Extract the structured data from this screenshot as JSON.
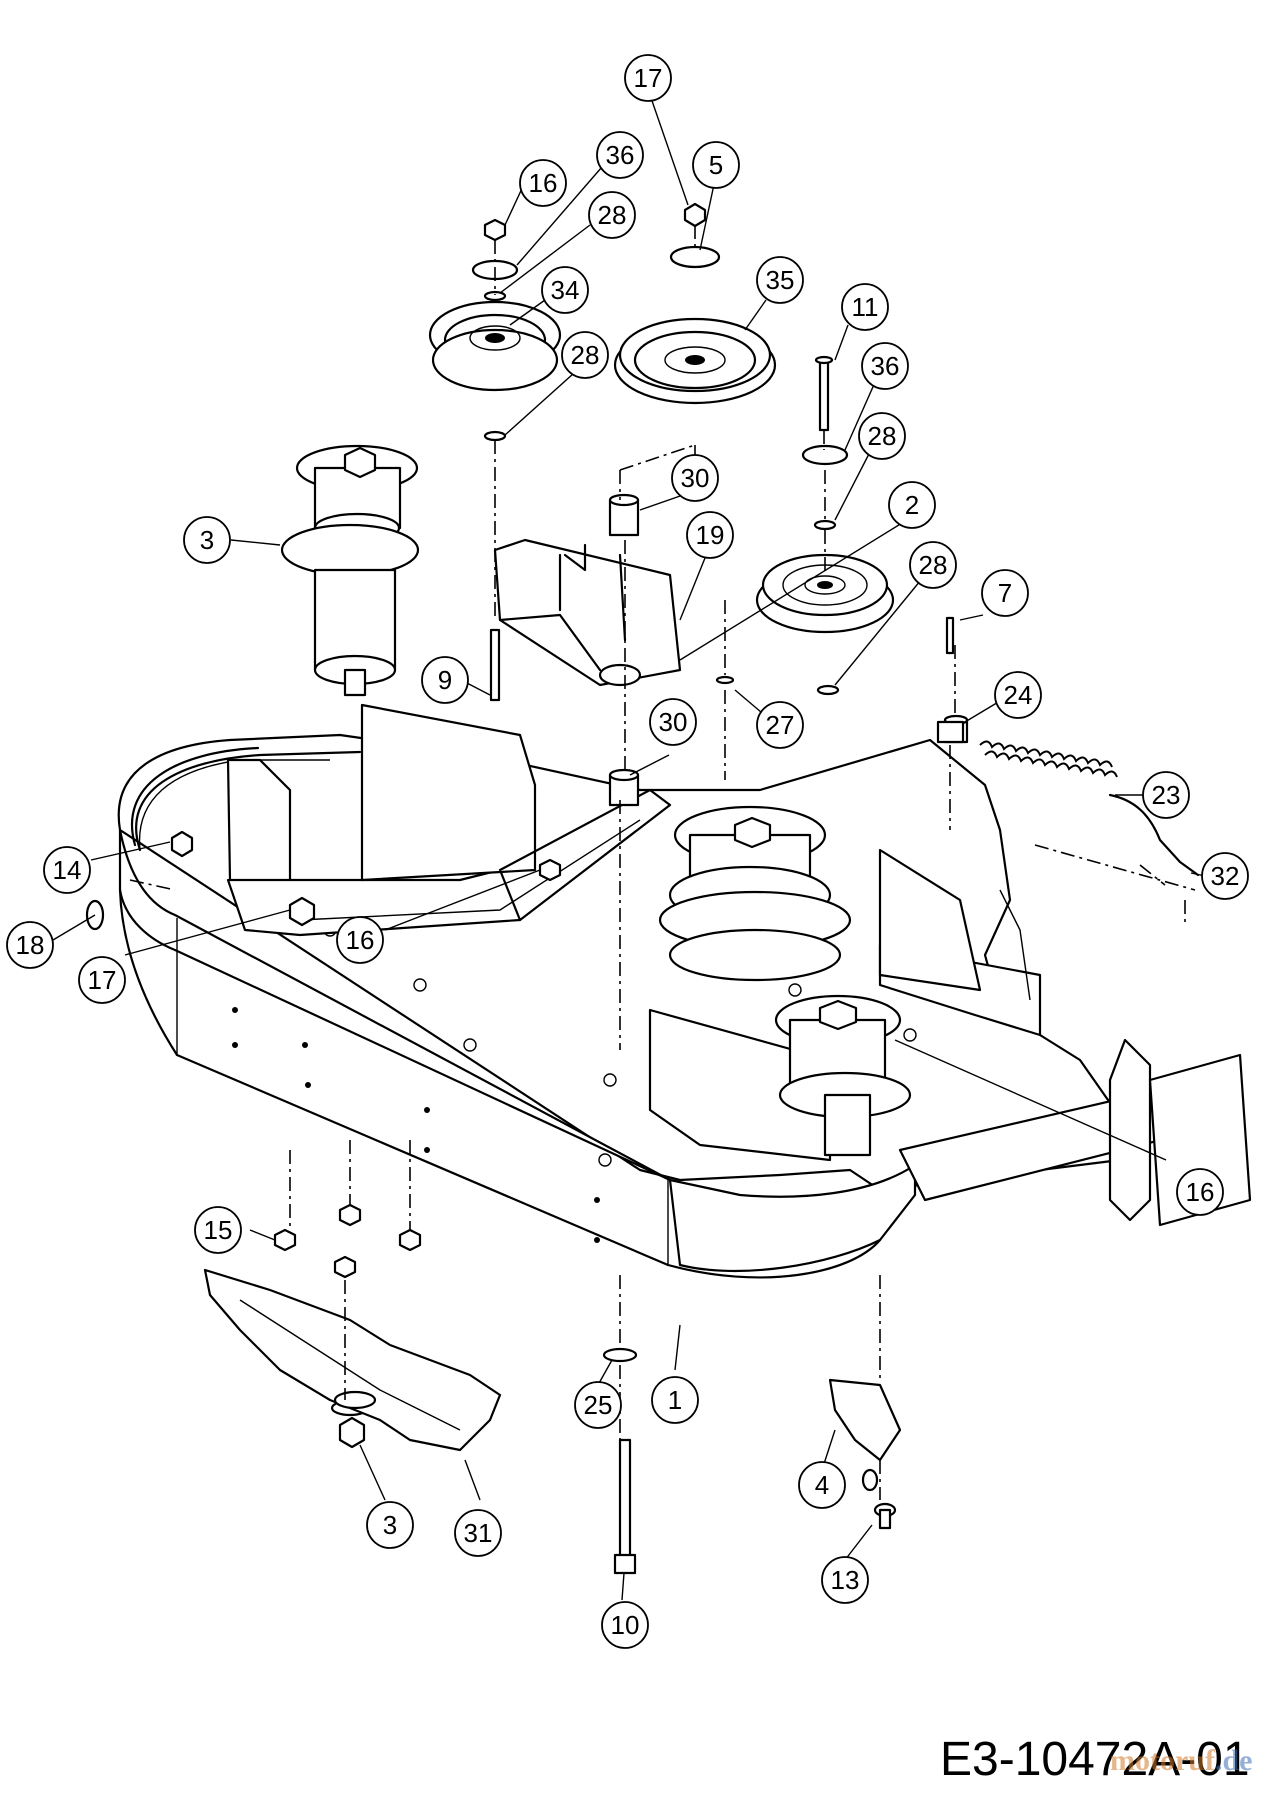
{
  "drawing_code": "E3-10472A-01",
  "watermark": {
    "text_main": "motoruf",
    "text_domain": ".de",
    "color_main": "#d27a2c",
    "color_domain": "#3f6fb5"
  },
  "callouts": [
    {
      "id": "c-17-top",
      "label": "17"
    },
    {
      "id": "c-5",
      "label": "5"
    },
    {
      "id": "c-36-top",
      "label": "36"
    },
    {
      "id": "c-16-top",
      "label": "16"
    },
    {
      "id": "c-28-a",
      "label": "28"
    },
    {
      "id": "c-34",
      "label": "34"
    },
    {
      "id": "c-35",
      "label": "35"
    },
    {
      "id": "c-28-b",
      "label": "28"
    },
    {
      "id": "c-11",
      "label": "11"
    },
    {
      "id": "c-36-right",
      "label": "36"
    },
    {
      "id": "c-28-c",
      "label": "28"
    },
    {
      "id": "c-30-a",
      "label": "30"
    },
    {
      "id": "c-2",
      "label": "2"
    },
    {
      "id": "c-3-top",
      "label": "3"
    },
    {
      "id": "c-19",
      "label": "19"
    },
    {
      "id": "c-28-d",
      "label": "28"
    },
    {
      "id": "c-7",
      "label": "7"
    },
    {
      "id": "c-9",
      "label": "9"
    },
    {
      "id": "c-27",
      "label": "27"
    },
    {
      "id": "c-24",
      "label": "24"
    },
    {
      "id": "c-30-b",
      "label": "30"
    },
    {
      "id": "c-23",
      "label": "23"
    },
    {
      "id": "c-14",
      "label": "14"
    },
    {
      "id": "c-32",
      "label": "32"
    },
    {
      "id": "c-18",
      "label": "18"
    },
    {
      "id": "c-16-mid",
      "label": "16"
    },
    {
      "id": "c-17-left",
      "label": "17"
    },
    {
      "id": "c-16-right",
      "label": "16"
    },
    {
      "id": "c-15",
      "label": "15"
    },
    {
      "id": "c-25",
      "label": "25"
    },
    {
      "id": "c-1",
      "label": "1"
    },
    {
      "id": "c-4",
      "label": "4"
    },
    {
      "id": "c-3-bottom",
      "label": "3"
    },
    {
      "id": "c-31",
      "label": "31"
    },
    {
      "id": "c-13",
      "label": "13"
    },
    {
      "id": "c-10",
      "label": "10"
    }
  ]
}
